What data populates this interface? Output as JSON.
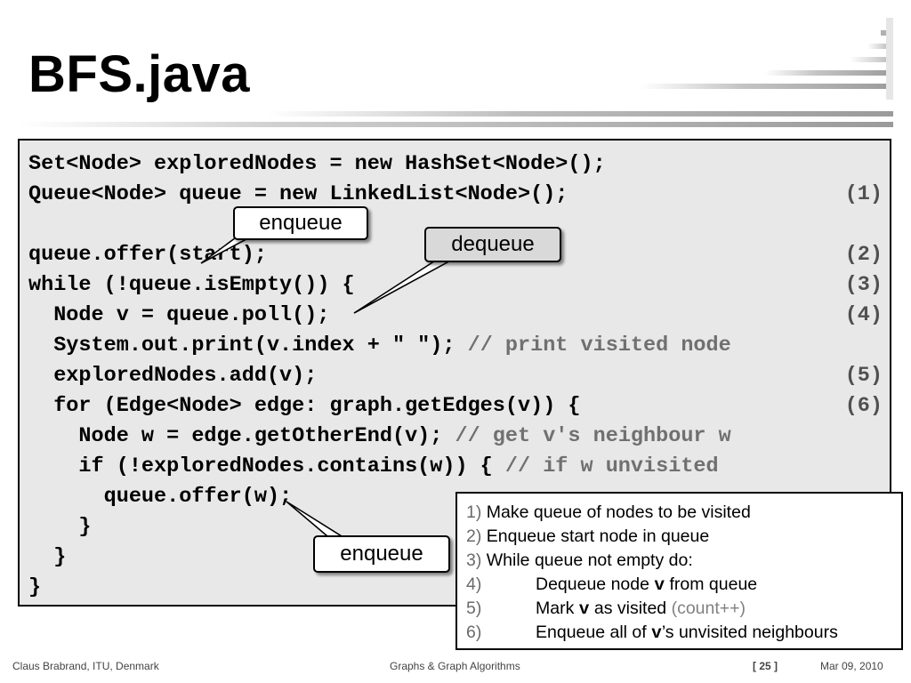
{
  "slide": {
    "title": "BFS.java"
  },
  "code": {
    "lines": [
      {
        "text": "Set<Node> exploredNodes = new HashSet<Node>();",
        "comment": "",
        "num": ""
      },
      {
        "text": "Queue<Node> queue = new LinkedList<Node>();",
        "comment": "",
        "num": "(1)"
      },
      {
        "text": "",
        "comment": "",
        "num": ""
      },
      {
        "text": "queue.offer(start);",
        "comment": "",
        "num": "(2)"
      },
      {
        "text": "while (!queue.isEmpty()) {",
        "comment": "",
        "num": "(3)"
      },
      {
        "text": "  Node v = queue.poll();",
        "comment": "",
        "num": "(4)"
      },
      {
        "text": "  System.out.print(v.index + \" \"); ",
        "comment": "// print visited node",
        "num": ""
      },
      {
        "text": "  exploredNodes.add(v);",
        "comment": "",
        "num": "(5)"
      },
      {
        "text": "  for (Edge<Node> edge: graph.getEdges(v)) {",
        "comment": "",
        "num": "(6)"
      },
      {
        "text": "    Node w = edge.getOtherEnd(v); ",
        "comment": "// get v's neighbour w",
        "num": ""
      },
      {
        "text": "    if (!exploredNodes.contains(w)) { ",
        "comment": "// if w unvisited",
        "num": ""
      },
      {
        "text": "      queue.offer(w);",
        "comment": "",
        "num": ""
      },
      {
        "text": "    }",
        "comment": "",
        "num": ""
      },
      {
        "text": "  }",
        "comment": "",
        "num": ""
      },
      {
        "text": "}",
        "comment": "",
        "num": ""
      }
    ]
  },
  "callouts": {
    "enqueue_top": "enqueue",
    "dequeue": "dequeue",
    "enqueue_bottom": "enqueue"
  },
  "steps": [
    {
      "n": "1)",
      "pre": " Make queue of nodes to be visited",
      "var": "",
      "post": "",
      "muted": ""
    },
    {
      "n": "2)",
      "pre": " Enqueue start node in queue",
      "var": "",
      "post": "",
      "muted": ""
    },
    {
      "n": "3)",
      "pre": " While queue not empty do:",
      "var": "",
      "post": "",
      "muted": ""
    },
    {
      "n": "4)",
      "pre": "Dequeue node ",
      "var": "v",
      "post": " from queue",
      "muted": ""
    },
    {
      "n": "5)",
      "pre": "Mark ",
      "var": "v",
      "post": " as visited ",
      "muted": "(count++)"
    },
    {
      "n": "6)",
      "pre": "Enqueue all of ",
      "var": "v",
      "post": "’s unvisited neighbours",
      "muted": ""
    }
  ],
  "footer": {
    "author": "Claus Brabrand, ITU, Denmark",
    "course": "Graphs & Graph Algorithms",
    "page": "[ 25 ]",
    "date": "Mar 09, 2010"
  }
}
